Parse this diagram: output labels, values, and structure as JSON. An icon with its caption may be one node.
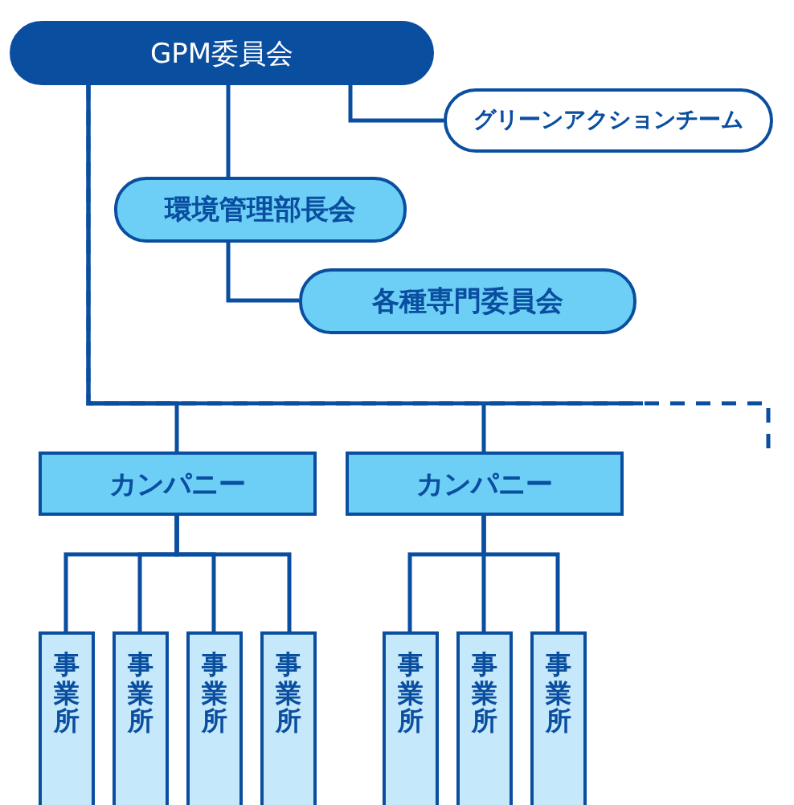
{
  "diagram": {
    "nodes": [
      {
        "text": [
          "GPM委員会"
        ]
      },
      {
        "text": [
          "グリーンアクションチーム"
        ]
      },
      {
        "text": [
          "環境管理部長会"
        ]
      },
      {
        "text": [
          "各種専門委員会"
        ]
      },
      {
        "text": [
          "カンパニー"
        ]
      },
      {
        "text": [
          "カンパニー"
        ]
      },
      {
        "text": [
          "事業所"
        ]
      },
      {
        "text": [
          "事業所"
        ]
      },
      {
        "text": [
          "事業所"
        ]
      },
      {
        "text": [
          "事業所"
        ]
      },
      {
        "text": [
          "事業所"
        ]
      },
      {
        "text": [
          "事業所"
        ]
      },
      {
        "text": [
          "事業所"
        ]
      }
    ],
    "edges": [
      {
        "from": 0,
        "to": 1,
        "arrow": "none"
      },
      {
        "from": 0,
        "to": 2,
        "arrow": "none"
      },
      {
        "from": 2,
        "to": 3,
        "arrow": "none"
      },
      {
        "from": 0,
        "to": 4,
        "arrow": "none"
      },
      {
        "from": 0,
        "to": 5,
        "arrow": "none"
      },
      {
        "from": 0,
        "to": null,
        "arrow": "none",
        "style": "dashed"
      },
      {
        "from": 4,
        "to": 6,
        "arrow": "none"
      },
      {
        "from": 4,
        "to": 7,
        "arrow": "none"
      },
      {
        "from": 4,
        "to": 8,
        "arrow": "none"
      },
      {
        "from": 4,
        "to": 9,
        "arrow": "none"
      },
      {
        "from": 5,
        "to": 10,
        "arrow": "none"
      },
      {
        "from": 5,
        "to": 11,
        "arrow": "none"
      },
      {
        "from": 5,
        "to": 12,
        "arrow": "none"
      }
    ]
  }
}
